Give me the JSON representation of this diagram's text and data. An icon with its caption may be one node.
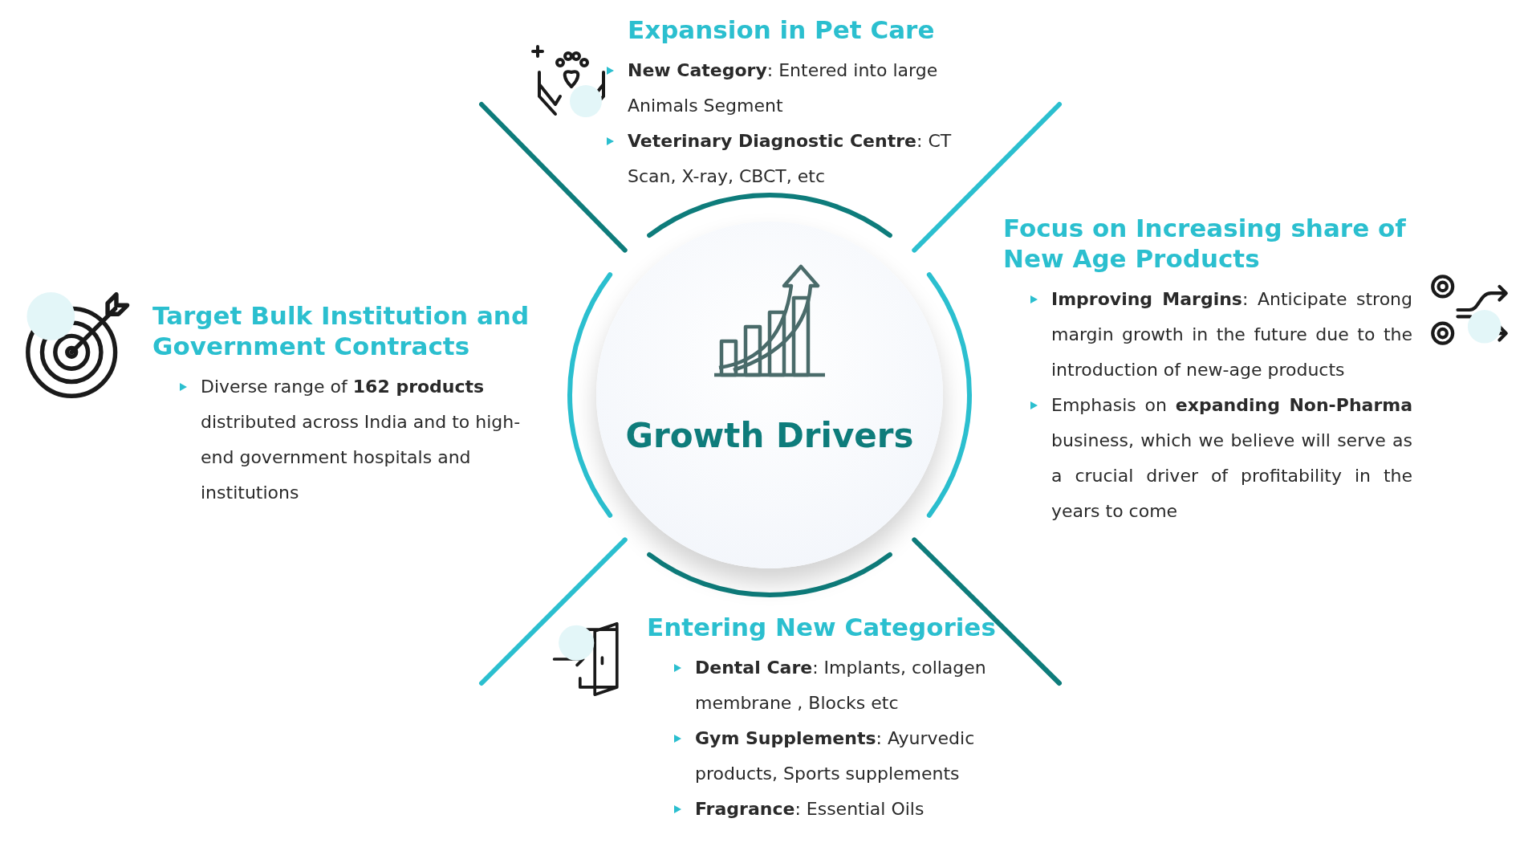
{
  "diagram": {
    "nodes": [
      {
        "text": [
          "Growth Drivers"
        ]
      },
      {
        "text": [
          "Expansion in Pet Care",
          "**New Category**: Entered into large Animals Segment",
          "**Veterinary Diagnostic Centre**: CT Scan, X-ray, CBCT, etc"
        ]
      },
      {
        "text": [
          "Target Bulk Institution and Government Contracts",
          "Diverse range of **162 products** distributed across India and to high-end government hospitals and institutions"
        ]
      },
      {
        "text": [
          "Focus on Increasing share of New Age Products",
          "**Improving Margins**: Anticipate strong margin growth in the future due to the introduction of new-age products",
          "Emphasis on **expanding Non-Pharma** business, which we believe will serve as a crucial driver of profitability in the years to come"
        ]
      },
      {
        "text": [
          "Entering New Categories",
          "**Dental Care**: Implants, collagen membrane , Blocks etc",
          "**Gym Supplements**: Ayurvedic products,  Sports supplements",
          "**Fragrance**: Essential Oils"
        ]
      }
    ]
  }
}
